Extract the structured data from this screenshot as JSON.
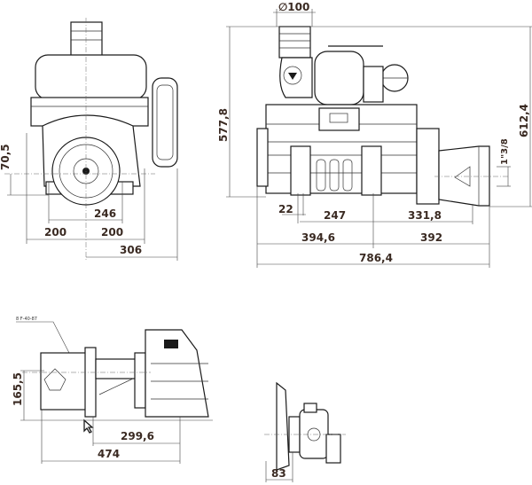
{
  "front_view": {
    "dims": {
      "height_offset": "70,5",
      "foot_width": "246",
      "half_left": "200",
      "half_right": "200",
      "side_offset": "306"
    }
  },
  "side_view": {
    "dims": {
      "inlet_diameter": "∅100",
      "height": "577,8",
      "total_height": "612,4",
      "thread": "1\"3/8",
      "foot_hole": "22",
      "foot_spacing": "247",
      "shaft_offset": "331,8",
      "left_length": "394,6",
      "right_length": "392",
      "total_length": "786,4"
    }
  },
  "top_view": {
    "part_label": "8 F-40-87",
    "dims": {
      "height": "165,5",
      "shaft_length": "299,6",
      "total_length": "474"
    }
  },
  "end_view": {
    "dims": {
      "depth": "83"
    }
  }
}
